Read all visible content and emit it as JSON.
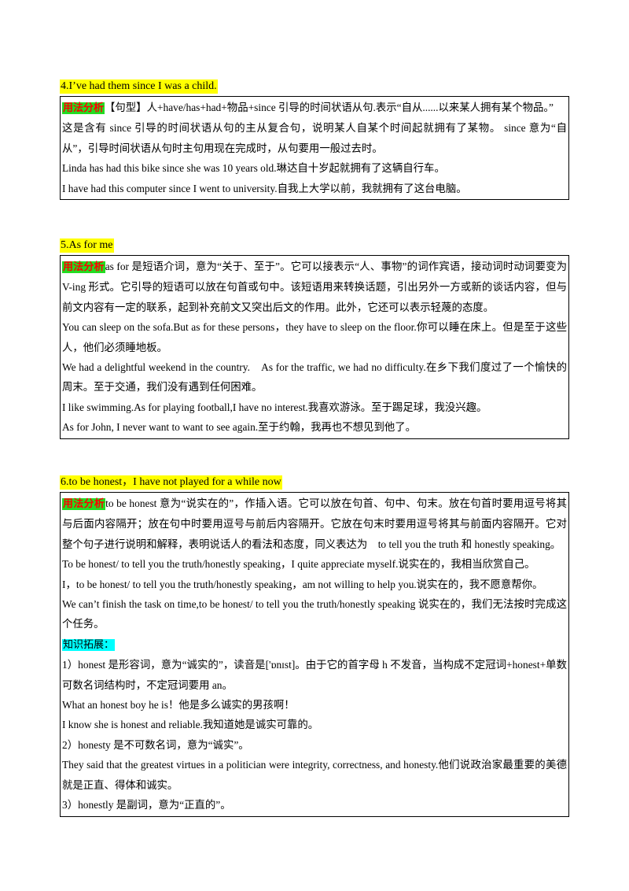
{
  "sections": [
    {
      "heading": "4.I’ve had them since I was a child.",
      "paragraphs": [
        {
          "tag": "用法分析",
          "text": "【句型】人+have/has+had+物品+since 引导的时间状语从句.表示“自从......以来某人拥有某个物品。”"
        },
        {
          "text": "这是含有 since 引导的时间状语从句的主从复合句，说明某人自某个时间起就拥有了某物。 since 意为“自从”，引导时间状语从句时主句用现在完成时，从句要用一般过去时。"
        },
        {
          "text": "Linda has had this bike since she was 10 years old.琳达自十岁起就拥有了这辆自行车。"
        },
        {
          "text": "I have had this computer since I went to university.自我上大学以前，我就拥有了这台电脑。"
        }
      ]
    },
    {
      "heading": "5.As for me",
      "paragraphs": [
        {
          "tag": "用法分析",
          "text": "as for 是短语介词，意为“关于、至于”。它可以接表示“人、事物”的词作宾语，接动词时动词要变为 V-ing 形式。它引导的短语可以放在句首或句中。该短语用来转换话题，引出另外一方或新的谈话内容，但与前文内容有一定的联系，起到补充前文又突出后文的作用。此外，它还可以表示轻蔑的态度。"
        },
        {
          "text": "You can sleep on the sofa.But as for these persons，they have to sleep on the floor.你可以睡在床上。但是至于这些人，他们必须睡地板。"
        },
        {
          "text": "We had a delightful weekend in the country.　As for the traffic, we had no difficulty.在乡下我们度过了一个愉快的周末。至于交通，我们没有遇到任何困难。"
        },
        {
          "text": "I like swimming.As for playing football,I have no interest.我喜欢游泳。至于踢足球，我没兴趣。"
        },
        {
          "text": "As for John, I never want to want to see again.至于约翰，我再也不想见到他了。"
        }
      ]
    },
    {
      "heading": "6.to be honest，I  have  not  played for  a  while  now",
      "paragraphs": [
        {
          "tag": "用法分析",
          "text": "to be honest 意为“说实在的”，作插入语。它可以放在句首、句中、句末。放在句首时要用逗号将其与后面内容隔开；放在句中时要用逗号与前后内容隔开。它放在句末时要用逗号将其与前面内容隔开。它对整个句子进行说明和解释，表明说话人的看法和态度，同义表达为　to tell you the truth 和 honestly speaking。"
        },
        {
          "text": "To be honest/ to tell you the truth/honestly speaking，I quite appreciate myself.说实在的，我相当欣赏自己。"
        },
        {
          "text": "I，to be honest/ to tell you the truth/honestly speaking，am not willing to help you.说实在的，我不愿意帮你。"
        },
        {
          "text": "We can’t finish the task on time,to be honest/ to tell you the truth/honestly speaking 说实在的，我们无法按时完成这个任务。"
        },
        {
          "tag2": "知识拓展：",
          "text": ""
        },
        {
          "text": "1）honest 是形容词，意为“诚实的”，读音是['ɒnɪst]。由于它的首字母 h 不发音，当构成不定冠词+honest+单数可数名词结构时，不定冠词要用 an。"
        },
        {
          "text": "What an honest boy he is！他是多么诚实的男孩啊！"
        },
        {
          "text": "I know she is honest and reliable.我知道她是诚实可靠的。"
        },
        {
          "text": "2）honesty 是不可数名词，意为“诚实”。"
        },
        {
          "text": "They said that the greatest virtues in a politician were integrity, correctness, and honesty.他们说政治家最重要的美德就是正直、得体和诚实。"
        },
        {
          "text": "3）honestly 是副词，意为“正直的”。"
        }
      ]
    }
  ]
}
